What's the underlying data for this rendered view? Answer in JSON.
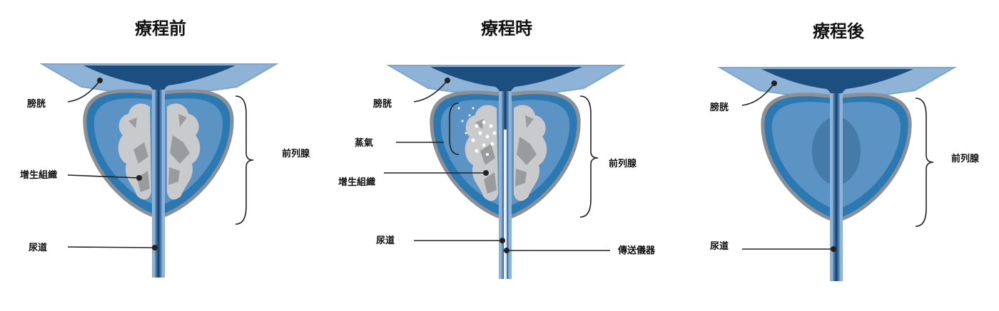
{
  "panels": [
    {
      "title": "療程前",
      "labels": {
        "bladder": "膀胱",
        "tissue": "增生組織",
        "urethra": "尿道",
        "prostate": "前列腺"
      }
    },
    {
      "title": "療程時",
      "labels": {
        "bladder": "膀胱",
        "steam": "蒸氣",
        "tissue": "增生組織",
        "urethra": "尿道",
        "device": "傳送儀器",
        "prostate": "前列腺"
      }
    },
    {
      "title": "療程後",
      "labels": {
        "bladder": "膀胱",
        "urethra": "尿道",
        "prostate": "前列腺"
      }
    }
  ],
  "colors": {
    "bladder_light": "#8fb3d6",
    "bladder_dark": "#1d4e80",
    "prostate_outer": "#2a79b3",
    "prostate_inner": "#5b93c4",
    "capsule": "#8b9096",
    "tissue": "#c9cacc",
    "tissue_dark": "#9a9b9e"
  }
}
